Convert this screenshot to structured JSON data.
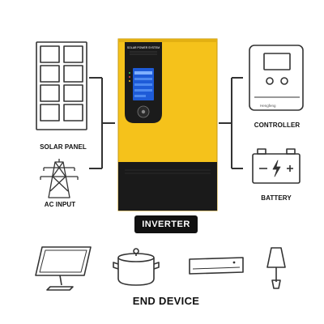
{
  "labels": {
    "solar_panel": "SOLAR PANEL",
    "ac_input": "AC INPUT",
    "controller": "CONTROLLER",
    "battery": "BATTERY",
    "inverter": "INVERTER",
    "end_device": "END DEVICE"
  },
  "inverter_unit": {
    "brand_text": "SOLAR POWER SYSTEM",
    "body_color": "#f5c21b",
    "base_color": "#1a1a1a"
  },
  "controller_brand": "Hengfeng",
  "icons": {
    "solar_panel": "solar-panel-icon",
    "ac_input": "transmission-tower-icon",
    "controller": "charge-controller-icon",
    "battery": "battery-icon",
    "monitor": "monitor-icon",
    "cooking_pot": "cooking-pot-icon",
    "air_conditioner": "air-conditioner-icon",
    "lamp": "lamp-icon"
  }
}
